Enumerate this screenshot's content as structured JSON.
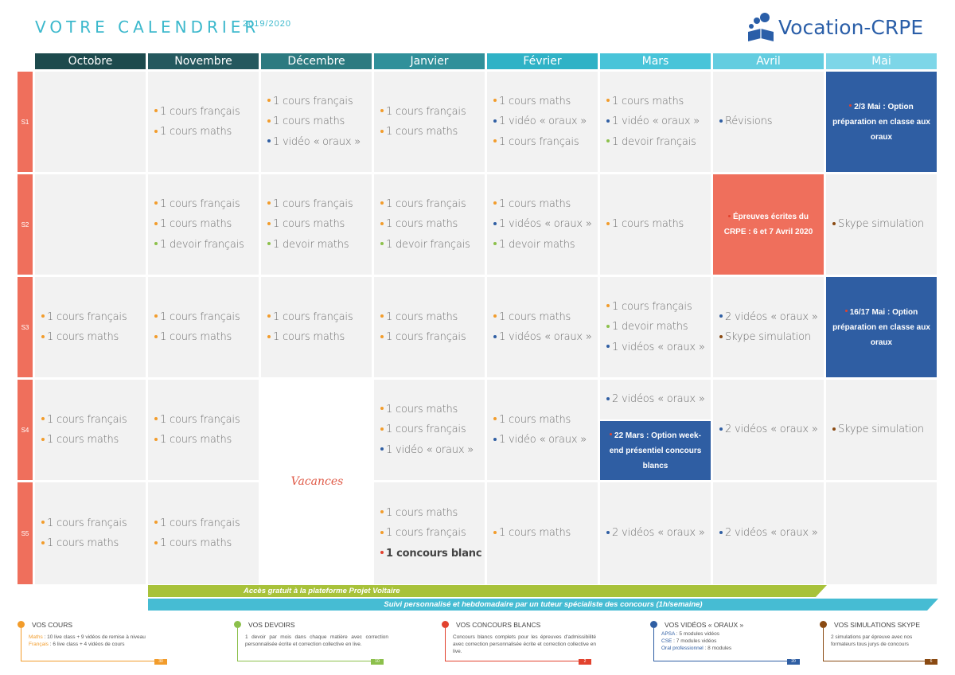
{
  "header": {
    "title": "VOTRE CALENDRIER",
    "year": "2019/2020",
    "logo_text": "Vocation-CRPE"
  },
  "months": [
    "Octobre",
    "Novembre",
    "Décembre",
    "Janvier",
    "Février",
    "Mars",
    "Avril",
    "Mai"
  ],
  "month_colors": [
    "#1d4a4d",
    "#24585e",
    "#2c7a80",
    "#30909a",
    "#2fb2c6",
    "#48c4d9",
    "#63cde0",
    "#7dd6e8"
  ],
  "rows": [
    "S1",
    "S2",
    "S3",
    "S4",
    "S5"
  ],
  "cells": {
    "s1_nov": [
      "1 cours français",
      "1 cours maths"
    ],
    "s1_dec": [
      "1 cours français",
      "1 cours maths",
      "1 vidéo « oraux »"
    ],
    "s1_jan": [
      "1 cours français",
      "1 cours maths"
    ],
    "s1_fev": [
      "1 cours maths",
      "1 vidéo « oraux »",
      "1 cours français"
    ],
    "s1_mar": [
      "1 cours maths",
      "1 vidéo « oraux »",
      "1 devoir français"
    ],
    "s1_avr": [
      "Révisions"
    ],
    "s2_nov": [
      "1 cours français",
      "1 cours maths",
      "1 devoir français"
    ],
    "s2_dec": [
      "1 cours français",
      "1 cours maths",
      "1 devoir maths"
    ],
    "s2_jan": [
      "1 cours français",
      "1 cours maths",
      "1 devoir français"
    ],
    "s2_fev": [
      "1 cours maths",
      "1 vidéos « oraux »",
      "1 devoir maths"
    ],
    "s2_mar": [
      "1 cours maths"
    ],
    "s2_mai": [
      "Skype simulation"
    ],
    "s3_oct": [
      "1 cours français",
      "1 cours maths"
    ],
    "s3_nov": [
      "1 cours français",
      "1 cours maths"
    ],
    "s3_dec": [
      "1 cours français",
      "1 cours maths"
    ],
    "s3_jan": [
      "1 cours maths",
      "1 cours français"
    ],
    "s3_fev": [
      "1 cours maths",
      "1 vidéos « oraux »"
    ],
    "s3_mar": [
      "1 cours français",
      "1 devoir maths",
      "1 vidéos « oraux »"
    ],
    "s3_avr": [
      "2 vidéos « oraux »",
      "Skype simulation"
    ],
    "s4_oct": [
      "1 cours français",
      "1 cours maths"
    ],
    "s4_nov": [
      "1 cours français",
      "1 cours maths"
    ],
    "s4_jan": [
      "1 cours maths",
      "1 cours français",
      "1 vidéo « oraux »"
    ],
    "s4_fev": [
      "1 cours maths",
      "1 vidéo « oraux »"
    ],
    "s4_mar": [
      "2 vidéos « oraux »"
    ],
    "s4_avr": [
      "2 vidéos « oraux »"
    ],
    "s4_mai": [
      "Skype simulation"
    ],
    "s5_oct": [
      "1 cours français",
      "1 cours maths"
    ],
    "s5_nov": [
      "1 cours français",
      "1 cours maths"
    ],
    "s5_jan": [
      "1 cours maths",
      "1 cours français",
      "1 concours blanc"
    ],
    "s5_fev": [
      "1 cours maths"
    ],
    "s5_mar": [
      "2 vidéos « oraux »"
    ],
    "s5_avr": [
      "2 vidéos « oraux »"
    ]
  },
  "highlights": {
    "s1_mai": "2/3 Mai : Option préparation en classe aux oraux",
    "s2_avr": "Épreuves écrites du CRPE : 6 et 7 Avril 2020",
    "s3_mai": "16/17 Mai : Option préparation en classe aux oraux",
    "s4_mar": "22 Mars : Option week-end présentiel concours blancs"
  },
  "vacances": "Vacances",
  "banners": {
    "voltaire": "Accès gratuit à la plateforme Projet Voltaire",
    "tuteur": "Suivi personnalisé et hebdomadaire par un tuteur spécialiste des concours (1h/semaine)"
  },
  "legend": {
    "cours": {
      "title": "VOS COURS",
      "line1_label": "Maths",
      "line1_text": " : 10 live class + 9 vidéos de remise à niveau",
      "line2_label": "Français",
      "line2_text": " : 6 live class + 4 vidéos de cours",
      "count": "30"
    },
    "devoirs": {
      "title": "VOS DEVOIRS",
      "text": "1 devoir par mois dans chaque matière avec correction personnalisée écrite et correction collective en live.",
      "count": "10"
    },
    "concours": {
      "title": "VOS CONCOURS BLANCS",
      "text": "Concours blancs complets pour les épreuves d'admissibilité avec correction personnalisée écrite et correction collective en live.",
      "count": "2"
    },
    "videos": {
      "title": "VOS VIDÉOS « ORAUX »",
      "line1_label": "APSA",
      "line1_text": " : 5 modules vidéos",
      "line2_label": "CSE",
      "line2_text": " : 7 modules vidéos",
      "line3_label": "Oral professionnel",
      "line3_text": " : 8 modules",
      "count": "20"
    },
    "skype": {
      "title": "VOS SIMULATIONS SKYPE",
      "text": "2 simulations par épreuve avec nos formateurs tous jurys de concours",
      "count": "6"
    }
  },
  "colors": {
    "accent": "#3bb8cc",
    "brand_blue": "#2f5ea3",
    "red": "#ef6f5c",
    "orange": "#f29c2b",
    "green": "#8cc04b",
    "brown": "#8a4a12"
  }
}
